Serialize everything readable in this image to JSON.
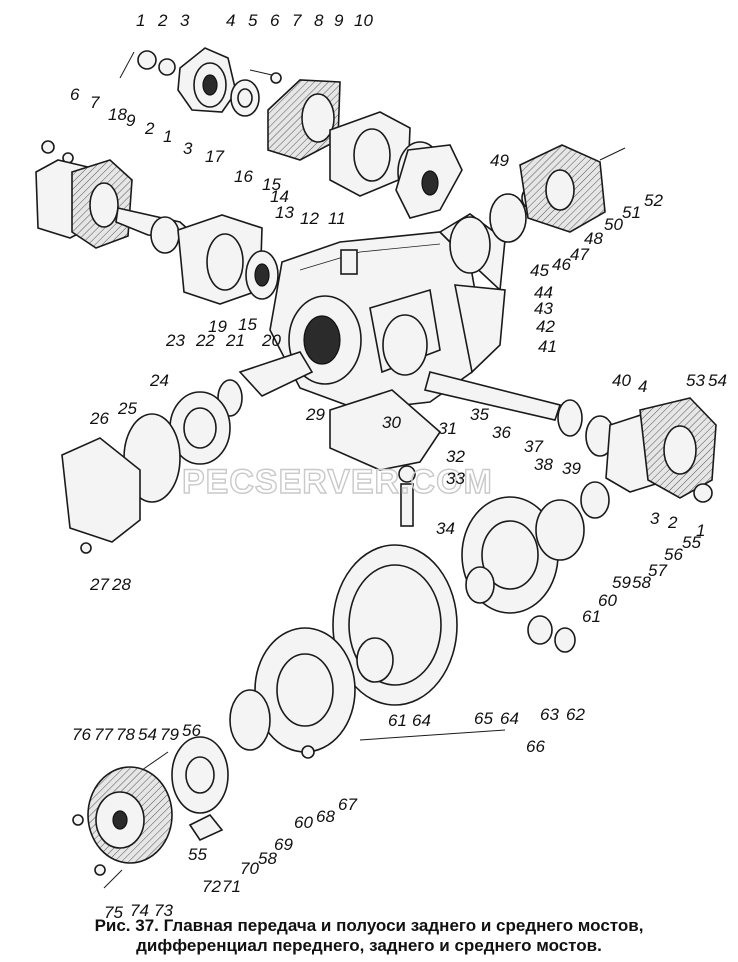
{
  "watermark": "PECSERVER.COM",
  "caption": {
    "line1": "Рис. 37. Главная передача и полуоси заднего и среднего мостов,",
    "line2": "дифференциал переднего, заднего и среднего мостов."
  },
  "part_numbers": [
    "1",
    "2",
    "3",
    "4",
    "5",
    "6",
    "7",
    "8",
    "9",
    "10",
    "6",
    "7",
    "18",
    "9",
    "2",
    "1",
    "3",
    "17",
    "16",
    "15",
    "14",
    "13",
    "12",
    "11",
    "49",
    "52",
    "51",
    "50",
    "48",
    "47",
    "46",
    "45",
    "44",
    "43",
    "42",
    "41",
    "19",
    "15",
    "23",
    "22",
    "21",
    "20",
    "24",
    "29",
    "30",
    "35",
    "36",
    "31",
    "32",
    "33",
    "26",
    "25",
    "40",
    "4",
    "53",
    "54",
    "37",
    "38",
    "39",
    "2",
    "3",
    "55",
    "1",
    "56",
    "57",
    "58",
    "59",
    "60",
    "27",
    "28",
    "34",
    "61",
    "61",
    "64",
    "65",
    "64",
    "63",
    "62",
    "66",
    "76",
    "77",
    "78",
    "54",
    "56",
    "79",
    "69",
    "60",
    "68",
    "67",
    "58",
    "70",
    "71",
    "72",
    "55",
    "75",
    "74",
    "73"
  ]
}
